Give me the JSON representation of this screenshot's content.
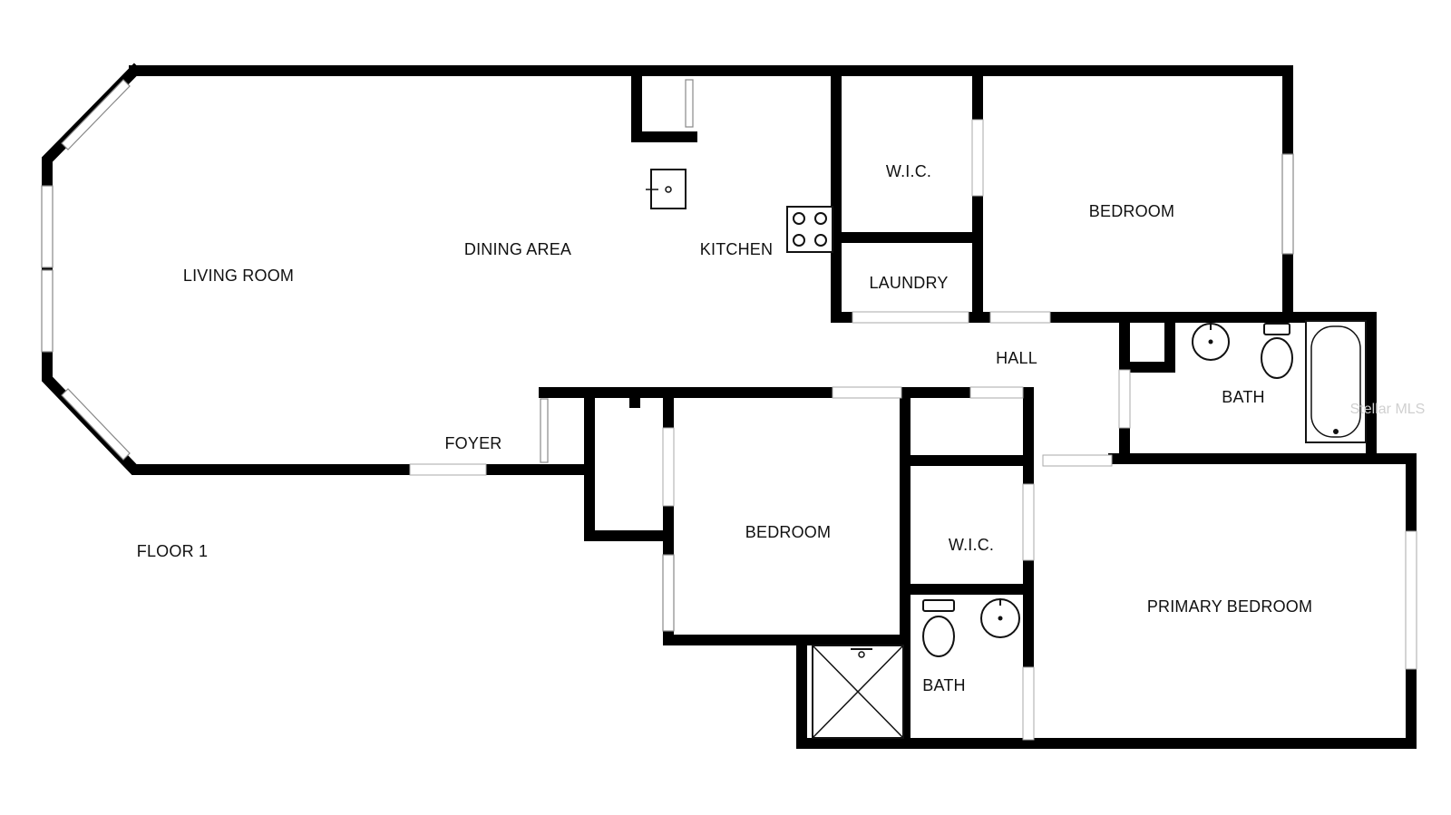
{
  "floor_label": "FLOOR 1",
  "rooms": {
    "living_room": "LIVING ROOM",
    "dining_area": "DINING AREA",
    "kitchen": "KITCHEN",
    "wic_top": "W.I.C.",
    "laundry": "LAUNDRY",
    "bedroom_top": "BEDROOM",
    "hall": "HALL",
    "bath_right": "BATH",
    "foyer": "FOYER",
    "bedroom_mid": "BEDROOM",
    "wic_bottom": "W.I.C.",
    "primary_bedroom": "PRIMARY BEDROOM",
    "bath_bottom": "BATH"
  },
  "watermark": "Stellar MLS",
  "icons": [
    "sink-icon",
    "stove-icon",
    "toilet-icon",
    "bathtub-icon",
    "shower-icon"
  ]
}
